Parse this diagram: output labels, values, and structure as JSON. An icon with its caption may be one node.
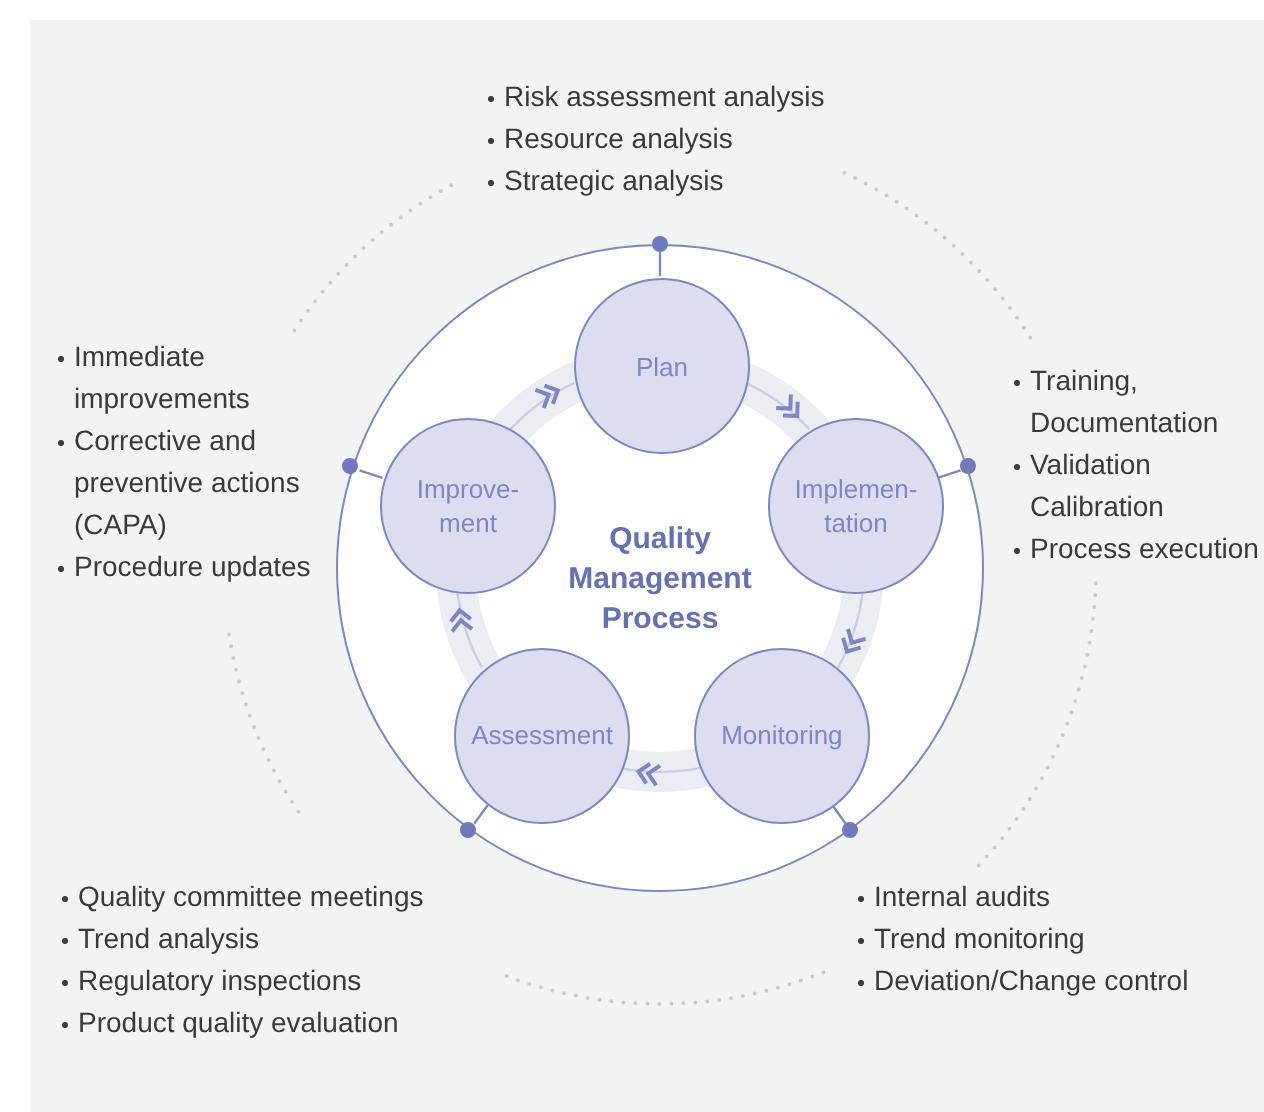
{
  "diagram": {
    "nodes": [
      {
        "text": [
          "Quality Management Process"
        ]
      },
      {
        "text": [
          "Plan"
        ],
        "in": 0
      },
      {
        "text": [
          "Implemen-tation"
        ],
        "in": 0
      },
      {
        "text": [
          "Monitoring"
        ],
        "in": 0
      },
      {
        "text": [
          "Assessment"
        ],
        "in": 0
      },
      {
        "text": [
          "Improve-ment"
        ],
        "in": 0
      },
      {
        "text": [],
        "shape": "circle",
        "in": 0
      },
      {
        "text": [],
        "shape": "circle",
        "in": 0
      },
      {
        "text": [],
        "shape": "circle",
        "in": 0
      },
      {
        "text": [],
        "shape": "circle",
        "in": 0
      },
      {
        "text": [],
        "shape": "circle",
        "in": 0
      }
    ],
    "edges": [
      {
        "from": 1,
        "to": 2,
        "arrow": "to"
      },
      {
        "from": 2,
        "to": 3,
        "arrow": "to"
      },
      {
        "from": 3,
        "to": 4,
        "arrow": "to"
      },
      {
        "from": 4,
        "to": 5,
        "arrow": "to"
      },
      {
        "from": 5,
        "to": 1,
        "arrow": "to"
      },
      {
        "from": 1,
        "to": 6,
        "arrow": "none"
      },
      {
        "from": 5,
        "to": 7,
        "arrow": "none"
      },
      {
        "from": 2,
        "to": 8,
        "arrow": "none"
      },
      {
        "from": 4,
        "to": 9,
        "arrow": "none"
      },
      {
        "from": 3,
        "to": 10,
        "arrow": "none"
      }
    ],
    "labels": [
      "Risk assessment analysis",
      "Resource analysis",
      "Strategic analysis",
      "Immediate improvements",
      "Corrective and preventive actions (CAPA)",
      "Procedure updates",
      "Training, Documentation",
      "Validation Calibration",
      "Process execution",
      "Quality committee meetings",
      "Trend analysis",
      "Regulatory inspections",
      "Product quality evaluation",
      "Internal audits",
      "Trend monitoring",
      "Deviation/Change control"
    ]
  }
}
